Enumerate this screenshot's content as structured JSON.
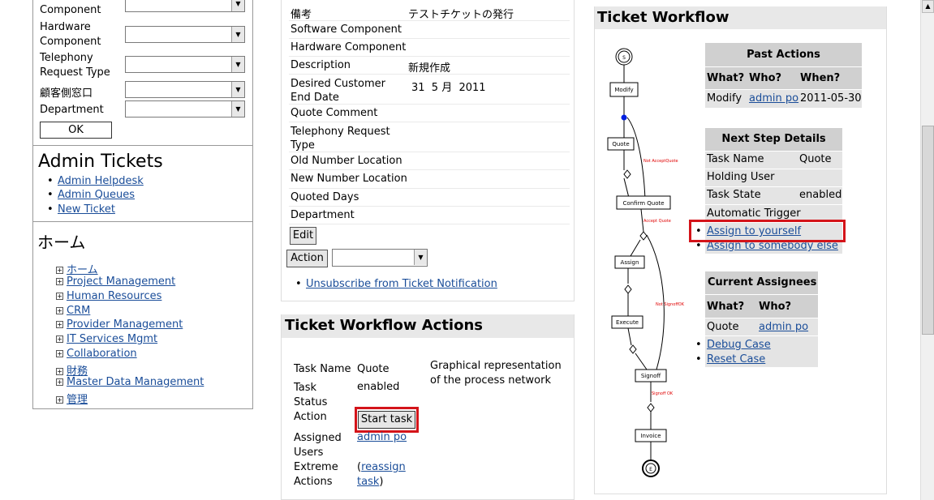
{
  "left_form": {
    "rows": [
      {
        "label": "Component"
      },
      {
        "label": "Hardware Component"
      },
      {
        "label": "Telephony Request Type"
      },
      {
        "label": "顧客側窓口"
      },
      {
        "label": "Department"
      }
    ],
    "ok_label": "OK"
  },
  "admin_tickets": {
    "title": "Admin Tickets",
    "links": [
      "Admin Helpdesk",
      "Admin Queues",
      "New Ticket"
    ]
  },
  "home_tree": {
    "title": "ホーム",
    "items": [
      "ホーム",
      "Project Management",
      "Human Resources",
      "CRM",
      "Provider Management",
      "IT Services Mgmt",
      "Collaboration",
      "財務",
      "Master Data Management",
      "管理"
    ]
  },
  "ticket_fields": [
    {
      "label": "備考",
      "value": "テストチケットの発行"
    },
    {
      "label": "Software Component",
      "value": ""
    },
    {
      "label": "Hardware Component",
      "value": ""
    },
    {
      "label": "Description",
      "value": "新規作成"
    },
    {
      "label": "Desired Customer End Date",
      "value": "31  5 月  2011"
    },
    {
      "label": "Quote Comment",
      "value": ""
    },
    {
      "label": "Telephony Request Type",
      "value": ""
    },
    {
      "label": "Old Number Location",
      "value": ""
    },
    {
      "label": "New Number Location",
      "value": ""
    },
    {
      "label": "Quoted Days",
      "value": ""
    },
    {
      "label": "Department",
      "value": ""
    }
  ],
  "ticket_buttons": {
    "edit": "Edit",
    "action": "Action",
    "unsubscribe": "Unsubscribe from Ticket Notification"
  },
  "workflow_actions": {
    "title": "Ticket Workflow Actions",
    "task_name_label": "Task Name",
    "task_name_value": "Quote",
    "task_status_label": "Task Status",
    "task_status_value": "enabled",
    "action_label": "Action",
    "start_task": "Start task",
    "assigned_label": "Assigned Users",
    "assigned_value": "admin po",
    "extreme_label": "Extreme Actions",
    "reassign_open": "(",
    "reassign_link": "reassign task",
    "reassign_close": ")",
    "graph_caption": "Graphical representation of the process network"
  },
  "ticket_workflow": {
    "title": "Ticket Workflow",
    "diagram_nodes": [
      "Modify",
      "Quote",
      "Confirm Quote",
      "Assign",
      "Execute",
      "Signoff",
      "Invoice"
    ],
    "diagram_labels": [
      "Not AcceptQuote",
      "Accept Quote",
      "Not SignoffOK",
      "Signoff OK"
    ],
    "start_label": "S",
    "end_label": "E",
    "past_actions": {
      "title": "Past Actions",
      "headers": [
        "What?",
        "Who?",
        "When?"
      ],
      "rows": [
        {
          "what": "Modify",
          "who": "admin po",
          "when": "2011-05-30"
        }
      ]
    },
    "next_step": {
      "title": "Next Step Details",
      "rows": [
        {
          "label": "Task Name",
          "value": "Quote"
        },
        {
          "label": "Holding User",
          "value": ""
        },
        {
          "label": "Task State",
          "value": "enabled"
        },
        {
          "label": "Automatic Trigger",
          "value": ""
        }
      ],
      "links": [
        "Assign to yourself",
        "Assign to somebody else"
      ]
    },
    "current_assignees": {
      "title": "Current Assignees",
      "headers": [
        "What?",
        "Who?"
      ],
      "rows": [
        {
          "what": "Quote",
          "who": "admin po"
        }
      ],
      "links": [
        "Debug Case",
        "Reset Case"
      ]
    }
  },
  "colors": {
    "highlight": "#d4141a",
    "link": "#1a4d99",
    "header_bg": "#d0d0d0"
  }
}
